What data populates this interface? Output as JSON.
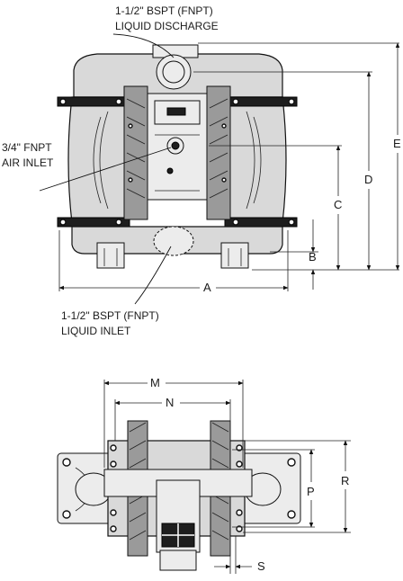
{
  "callouts": {
    "liquid_discharge_line1": "1-1/2\" BSPT (FNPT)",
    "liquid_discharge_line2": "LIQUID DISCHARGE",
    "air_inlet_line1": "3/4\" FNPT",
    "air_inlet_line2": "AIR INLET",
    "liquid_inlet_line1": "1-1/2\" BSPT (FNPT)",
    "liquid_inlet_line2": "LIQUID INLET"
  },
  "dimensions": {
    "A": "A",
    "B": "B",
    "C": "C",
    "D": "D",
    "E": "E",
    "M": "M",
    "N": "N",
    "P": "P",
    "R": "R",
    "S": "S"
  }
}
